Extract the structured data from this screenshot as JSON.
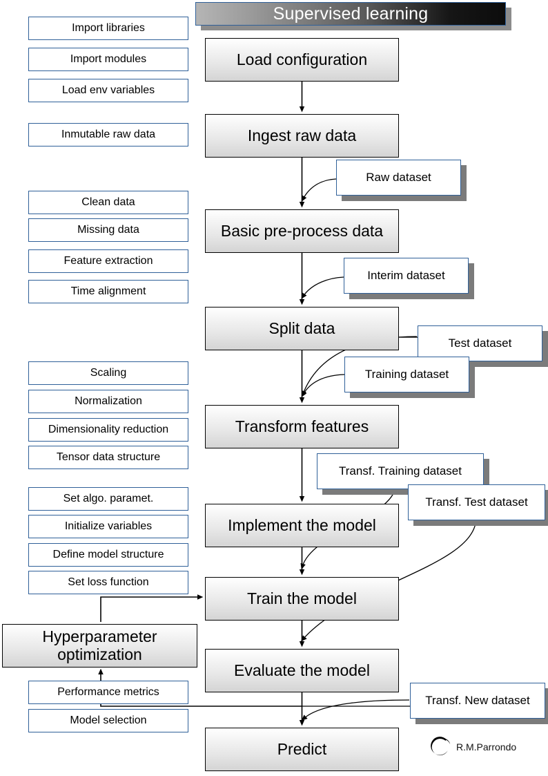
{
  "title": {
    "text": "Supervised learning"
  },
  "main_flow": [
    {
      "label": "Load configuration"
    },
    {
      "label": "Ingest raw data"
    },
    {
      "label": "Basic pre-process data"
    },
    {
      "label": "Split data"
    },
    {
      "label": "Transform features"
    },
    {
      "label": "Implement the model"
    },
    {
      "label": "Train the model"
    },
    {
      "label": "Evaluate the model"
    },
    {
      "label": "Predict"
    }
  ],
  "hyperparameter": {
    "line1": "Hyperparameter",
    "line2": "optimization"
  },
  "sidebar": {
    "group_config": [
      {
        "label": "Import libraries"
      },
      {
        "label": "Import modules"
      },
      {
        "label": "Load env variables"
      }
    ],
    "group_ingest": [
      {
        "label": "Inmutable raw data"
      }
    ],
    "group_preprocess": [
      {
        "label": "Clean data"
      },
      {
        "label": "Missing data"
      },
      {
        "label": "Feature extraction"
      },
      {
        "label": "Time alignment"
      }
    ],
    "group_transform": [
      {
        "label": "Scaling"
      },
      {
        "label": "Normalization"
      },
      {
        "label": "Dimensionality reduction"
      },
      {
        "label": "Tensor data structure"
      }
    ],
    "group_implement": [
      {
        "label": "Set algo. paramet."
      },
      {
        "label": "Initialize variables"
      },
      {
        "label": "Define model structure"
      },
      {
        "label": "Set loss function"
      }
    ],
    "group_evaluate": [
      {
        "label": "Performance metrics"
      },
      {
        "label": "Model selection"
      }
    ]
  },
  "datasets": [
    {
      "label": "Raw dataset"
    },
    {
      "label": "Interim dataset"
    },
    {
      "label": "Test dataset"
    },
    {
      "label": "Training dataset"
    },
    {
      "label": "Transf. Training dataset"
    },
    {
      "label": "Transf. Test dataset"
    },
    {
      "label": "Transf. New dataset"
    }
  ],
  "credit": {
    "label": "R.M.Parrondo",
    "icon": "enso-circle-icon"
  },
  "colors": {
    "box_border": "#000000",
    "side_border": "#2e5f98",
    "shadow": "#7b7b7b",
    "title_text": "#ffffff",
    "connector": "#000000"
  }
}
